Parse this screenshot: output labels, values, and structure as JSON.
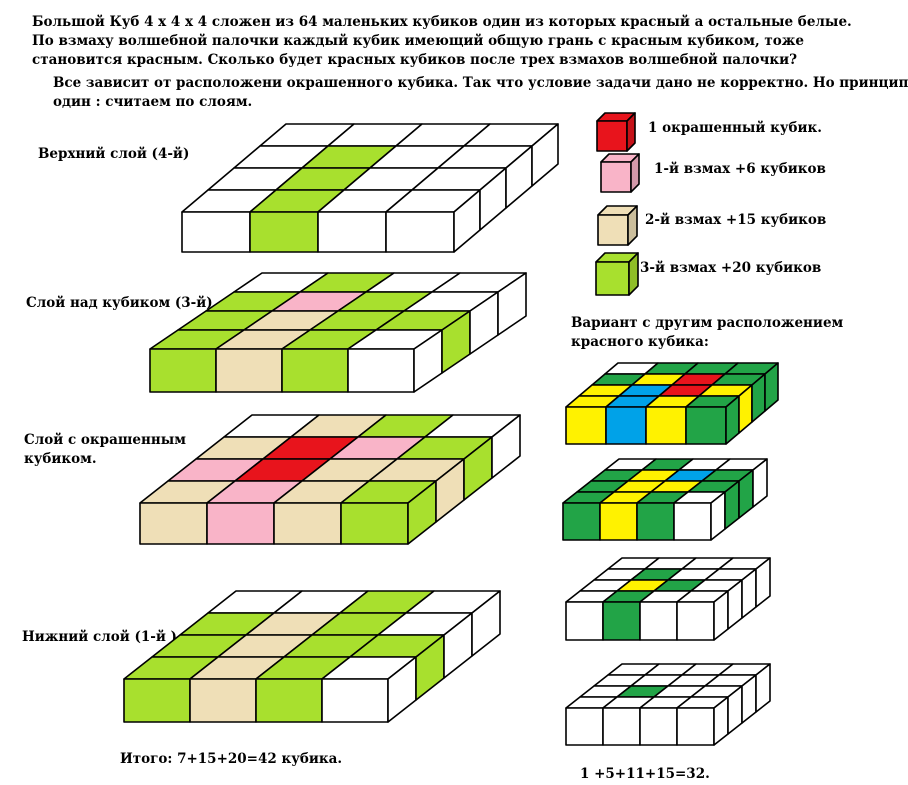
{
  "problem": {
    "line1": "Большой Куб 4 х 4 х 4 сложен из 64 маленьких кубиков один из которых красный а остальные белые.",
    "line2": "По взмаху волшебной палочки каждый кубик имеющий общую грань с красным кубиком, тоже",
    "line3": "становится красным. Сколько будет красных кубиков после трех взмахов волшебной палочки?",
    "note1": "Все зависит от расположени окрашенного кубика. Так что условие задачи дано не корректно. Но принцип",
    "note2": "один : считаем по слоям."
  },
  "layers": {
    "top": "Верхний слой (4-й)",
    "above": "Слой над кубиком (3-й)",
    "painted1": "Слой с окрашенным",
    "painted2": "кубиком.",
    "bottom": "Нижний слой (1-й )"
  },
  "legend": [
    {
      "label": "1 окрашенный кубик.",
      "color": "#e8141c"
    },
    {
      "label": "1-й взмах +6 кубиков",
      "color": "#f9b4c8"
    },
    {
      "label": "2-й взмах +15 кубиков",
      "color": "#efdfb7"
    },
    {
      "label": "3-й взмах +20 кубиков",
      "color": "#a8e02e"
    }
  ],
  "variant": {
    "title1": "Вариант с другим расположением",
    "title2": "красного кубика:"
  },
  "totals": {
    "left": "Итого: 7+15+20=42 кубика.",
    "right": "1 +5+11+15=32."
  },
  "palette": {
    "white": "#ffffff",
    "red": "#e8141c",
    "pink": "#f9b4c8",
    "beige": "#efdfb7",
    "lime": "#a8e02e",
    "green": "#22a447",
    "yellow": "#fff200",
    "blue": "#00a2e8"
  },
  "big_slabs": [
    {
      "name": "layer-4-slab",
      "grid": [
        "WWWW",
        "WLWW",
        "WLWW",
        "WLWW"
      ]
    },
    {
      "name": "layer-3-slab",
      "grid": [
        "WLWW",
        "LPLW",
        "LBLL",
        "LBLW"
      ]
    },
    {
      "name": "layer-2-slab",
      "grid": [
        "WBLW",
        "BRPL",
        "PRBB",
        "BPBL"
      ]
    },
    {
      "name": "layer-1-slab",
      "grid": [
        "WWLW",
        "LBLW",
        "LBLL",
        "LBLW"
      ]
    }
  ],
  "small_slabs": [
    {
      "name": "variant-layer-a-slab",
      "grid": [
        "WGGG",
        "GYRG",
        "YBRY",
        "YBYG"
      ]
    },
    {
      "name": "variant-layer-b-slab",
      "grid": [
        "WGWW",
        "GYBG",
        "GYYG",
        "GYGW"
      ]
    },
    {
      "name": "variant-layer-c-slab",
      "grid": [
        "WWWW",
        "WGWW",
        "WYGW",
        "WGWW"
      ]
    },
    {
      "name": "variant-layer-d-slab",
      "grid": [
        "WWWW",
        "WWWW",
        "WGWW",
        "WWWW"
      ]
    }
  ]
}
